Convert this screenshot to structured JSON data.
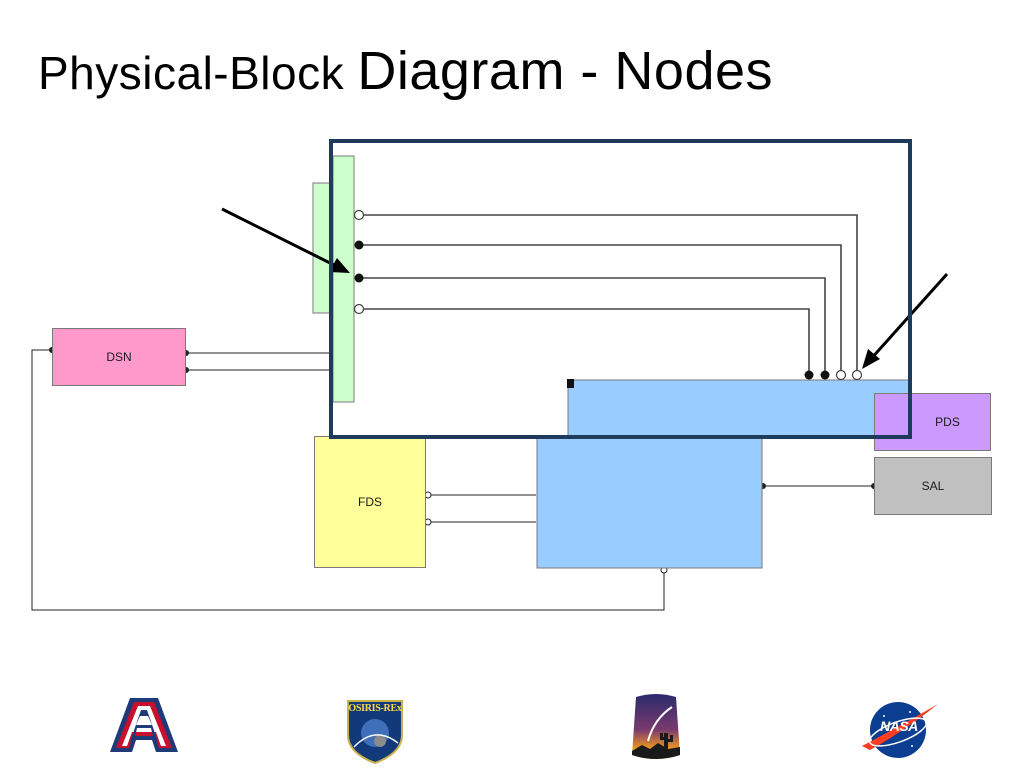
{
  "slide": {
    "title_part1": "Physical-Block ",
    "title_part2": "Diagram - Nodes"
  },
  "blocks": {
    "dsn": {
      "label": "DSN",
      "color": "#ff99cc"
    },
    "fds": {
      "label": "FDS",
      "color": "#ffff99"
    },
    "pds": {
      "label": "PDS",
      "color": "#cc99ff"
    },
    "sal": {
      "label": "SAL",
      "color": "#c0c0c0"
    },
    "green_block": {
      "label": "",
      "color": "#ccffcc"
    },
    "blue_block": {
      "label": "",
      "color": "#99ccff"
    }
  },
  "zoom_inset": {
    "border_color": "#1f3b5c"
  },
  "logos": [
    {
      "name": "university-of-arizona-logo",
      "text": "A"
    },
    {
      "name": "osiris-rex-mission-patch",
      "text": "OSIRIS-REx"
    },
    {
      "name": "lunar-planetary-lab-logo",
      "text": ""
    },
    {
      "name": "nasa-meatball-logo",
      "text": "NASA"
    }
  ]
}
